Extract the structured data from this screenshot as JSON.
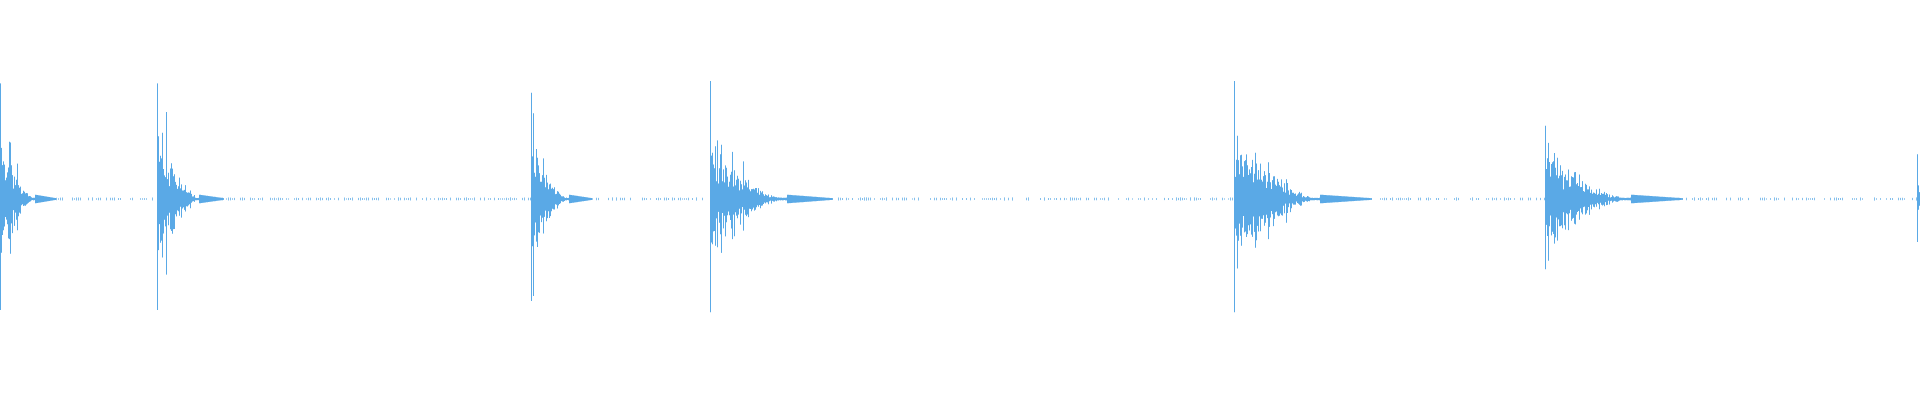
{
  "waveform": {
    "color": "#5aa9e6",
    "background": "#ffffff",
    "baseline_dotted": true,
    "duration_fraction_total": 1.0,
    "transients": [
      {
        "name": "hit-1",
        "start": 0.0,
        "peak": 0.98,
        "body": 0.55,
        "decay": 0.018
      },
      {
        "name": "hit-2",
        "start": 0.082,
        "peak": 0.98,
        "body": 0.62,
        "decay": 0.022
      },
      {
        "name": "hit-3",
        "start": 0.2765,
        "peak": 0.9,
        "body": 0.55,
        "decay": 0.02
      },
      {
        "name": "hit-4",
        "start": 0.37,
        "peak": 1.0,
        "body": 0.45,
        "decay": 0.04
      },
      {
        "name": "hit-5",
        "start": 0.6425,
        "peak": 1.0,
        "body": 0.55,
        "decay": 0.045
      },
      {
        "name": "hit-6",
        "start": 0.8045,
        "peak": 0.62,
        "body": 0.4,
        "decay": 0.045
      },
      {
        "name": "hit-7",
        "start": 0.9985,
        "peak": 0.38,
        "body": 0.2,
        "decay": 0.002
      }
    ]
  }
}
